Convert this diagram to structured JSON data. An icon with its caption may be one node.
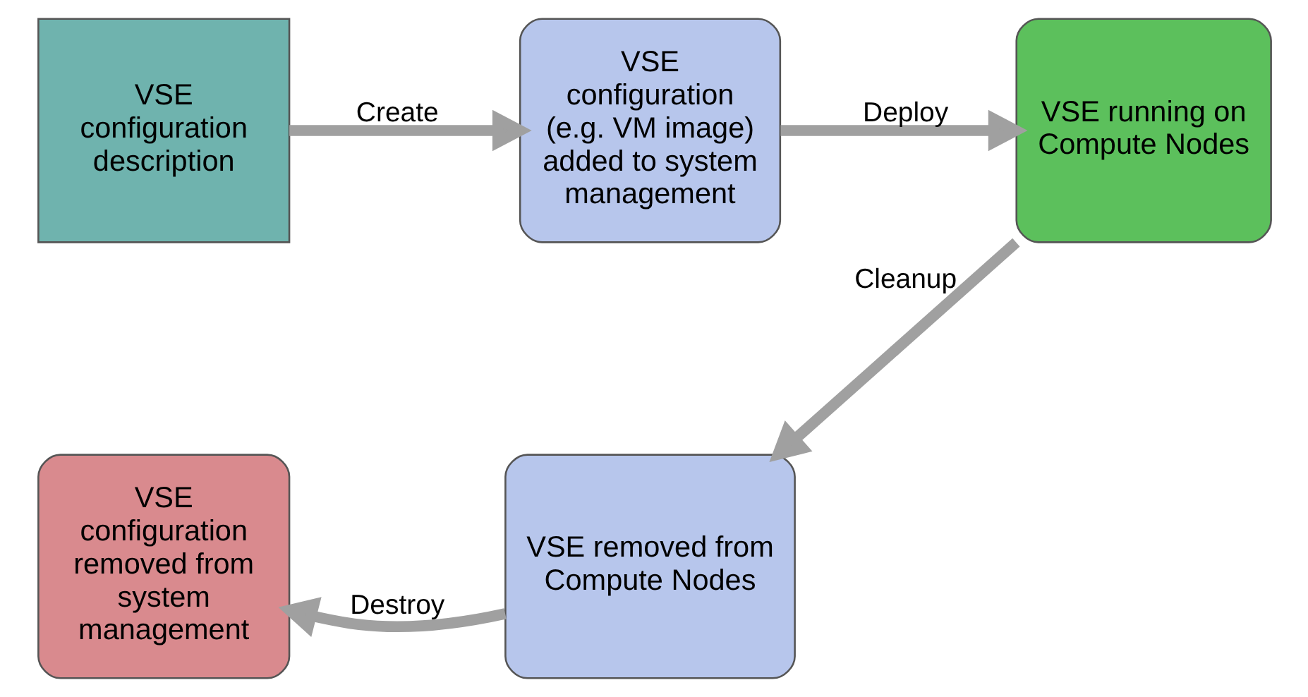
{
  "diagram": {
    "nodes": [
      {
        "text": [
          "VSE configuration description"
        ]
      },
      {
        "text": [
          "VSE configuration (e.g. VM image) added to system management"
        ]
      },
      {
        "text": [
          "VSE running on Compute Nodes"
        ]
      },
      {
        "text": [
          "VSE removed from Compute Nodes"
        ]
      },
      {
        "text": [
          "VSE configuration removed from system management"
        ]
      }
    ],
    "edges": [
      {
        "from": 0,
        "to": 1,
        "arrow": "to",
        "label": "Create"
      },
      {
        "from": 1,
        "to": 2,
        "arrow": "to",
        "label": "Deploy"
      },
      {
        "from": 2,
        "to": 3,
        "arrow": "to",
        "label": "Cleanup"
      },
      {
        "from": 3,
        "to": 4,
        "arrow": "to",
        "label": "Destroy"
      }
    ]
  }
}
